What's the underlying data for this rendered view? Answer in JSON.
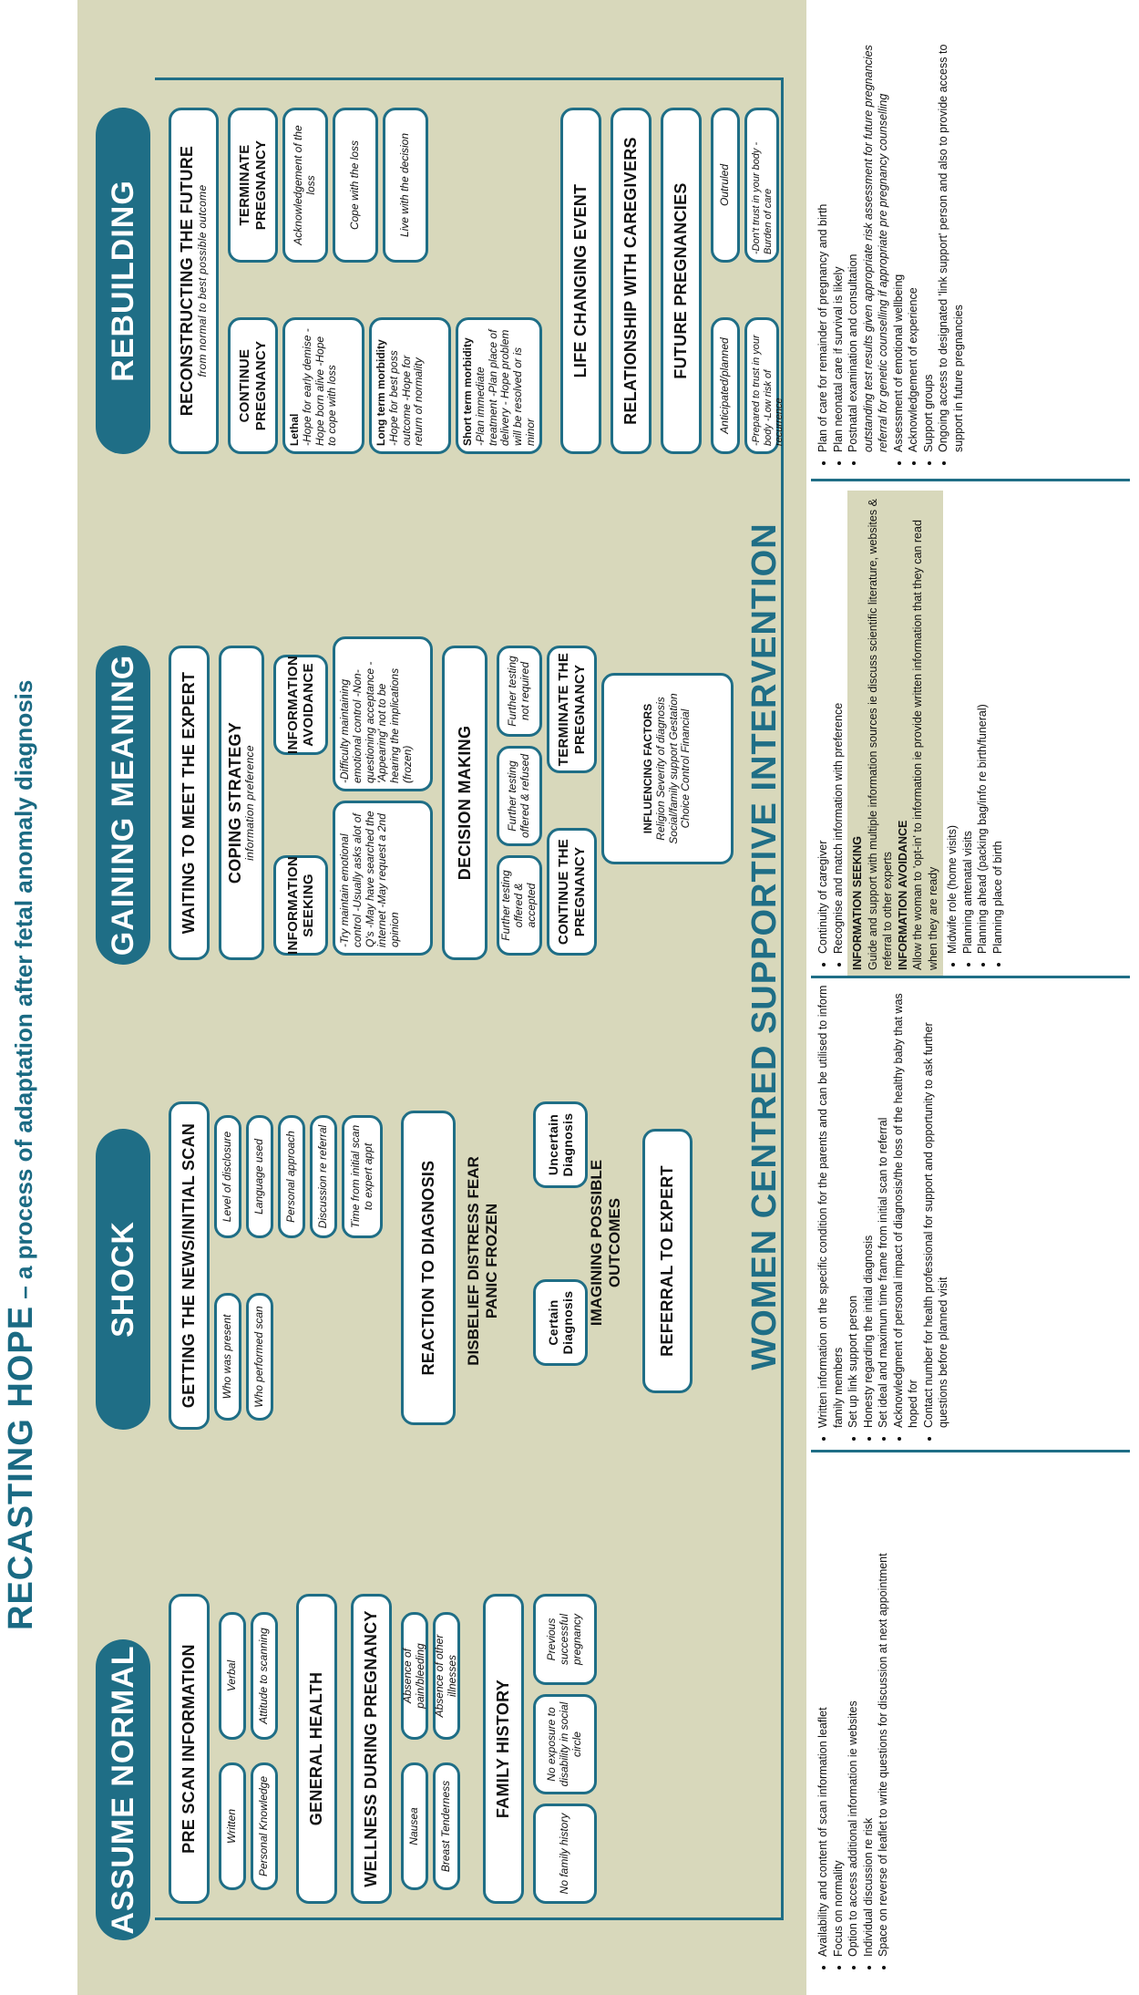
{
  "title": {
    "main": "RECASTING HOPE",
    "sub": " – a process of adaptation after fetal anomaly diagnosis"
  },
  "stages": [
    "ASSUME NORMAL",
    "SHOCK",
    "GAINING MEANING",
    "REBUILDING"
  ],
  "assume": {
    "pre_scan": "PRE SCAN INFORMATION",
    "written": "Written",
    "verbal": "Verbal",
    "personal_knowledge": "Personal Knowledge",
    "attitude": "Attitude to scanning",
    "general_health": "GENERAL HEALTH",
    "wellness": "WELLNESS DURING PREGNANCY",
    "nausea": "Nausea",
    "breast": "Breast Tenderness",
    "absence_pain": "Absence of pain/bleeding",
    "absence_ill": "Absence of other illnesses",
    "family_history": "FAMILY HISTORY",
    "no_family": "No family history",
    "no_exposure": "No exposure to disability in social circle",
    "previous": "Previous successful pregnancy"
  },
  "shock": {
    "getting": "GETTING THE NEWS/INITIAL SCAN",
    "who_present": "Who was present",
    "who_performed": "Who performed scan",
    "disclosure": "Level of disclosure",
    "language": "Language used",
    "personal": "Personal approach",
    "discussion": "Discussion re referral",
    "time": "Time from initial scan to expert appt",
    "reaction": "REACTION TO DIAGNOSIS",
    "emotions": "DISBELIEF DISTRESS FEAR PANIC FROZEN",
    "certain": "Certain Diagnosis",
    "uncertain": "Uncertain Diagnosis",
    "imagining": "IMAGINING POSSIBLE OUTCOMES",
    "referral": "REFERRAL TO EXPERT"
  },
  "meaning": {
    "waiting": "WAITING TO MEET THE EXPERT",
    "coping": "COPING STRATEGY",
    "coping_sub": "information preference",
    "seeking": "INFORMATION SEEKING",
    "avoidance": "INFORMATION AVOIDANCE",
    "seeking_list": "-Try maintain emotional control -Usually asks alot of Q's -May have searched the internet -May request a 2nd opinion",
    "avoid_list": "-Difficulty maintaining emotional control -Non-questioning acceptance -'Appearing' not to be hearing the implications (frozen)",
    "decision": "DECISION MAKING",
    "ft_accepted": "Further testing offered & accepted",
    "ft_refused": "Further testing offered & refused",
    "ft_not": "Further testing not required",
    "continue": "CONTINUE THE PREGNANCY",
    "terminate": "TERMINATE THE PREGNANCY",
    "influencing": "INFLUENCING FACTORS",
    "factors": "Religion Severity of diagnosis Social/family support Gestation Choice Control Financial"
  },
  "rebuild": {
    "reconstructing": "RECONSTRUCTING THE FUTURE",
    "reconstructing_sub": "from normal to best possible outcome",
    "continue": "CONTINUE PREGNANCY",
    "terminate": "TERMINATE PREGNANCY",
    "lethal": "Lethal",
    "lethal_list": "-Hope for early demise -Hope born alive -Hope to cope with loss",
    "long": "Long term morbidity",
    "long_list": "-Hope for best poss outcome -Hope for return of normality",
    "short": "Short term morbidity",
    "short_list": "-Plan immediate treatment -Plan place of delivery - Hope problem will be resolved or is minor",
    "ack": "Acknowledgement of the loss",
    "cope": "Cope with the loss",
    "live": "Live with the decision",
    "life": "LIFE CHANGING EVENT",
    "relationship": "RELATIONSHIP WITH CAREGIVERS",
    "future": "FUTURE PREGNANCIES",
    "anticipated": "Anticipated/planned",
    "outruled": "Outruled",
    "prepared": "-Prepared to trust in your body -Low risk of recurrence",
    "dont": "-Don't trust in your body -Burden of care"
  },
  "wci": "WOMEN CENTRED SUPPORTIVE INTERVENTION",
  "col1": [
    "Availability and content of scan information leaflet",
    "Focus on normality",
    "Option to access additional information ie websites",
    "Individual discussion re risk",
    "Space on reverse of leaflet to write questions for discussion at next appointment"
  ],
  "col2": [
    "Written information on the specific condition for the parents and can be utilised to inform family members",
    "Set up link support person",
    "Honesty regarding the initial diagnosis",
    "Set ideal and maximum time frame from initial scan to referral",
    "Acknowledgment of personal impact of diagnosis/the loss of the healthy baby that was hoped for",
    "Contact number for health professional for support and opportunity to ask further questions before planned visit"
  ],
  "col3": {
    "items_a": [
      "Continuity of caregiver",
      "Recognise and match information with preference"
    ],
    "seek_h": "INFORMATION SEEKING",
    "seek_t": "Guide and support with multiple information sources ie discuss scientific literature, websites & referral to other experts",
    "avoid_h": "INFORMATION AVOIDANCE",
    "avoid_t": "Allow the woman to 'opt-in' to information ie provide written information that they can read when they are ready",
    "items_b": [
      "Midwife role (home visits)",
      "Planning antenatal visits",
      "Planning ahead (packing bag/info re birth/funeral)",
      "Planning place of birth"
    ]
  },
  "col4": {
    "a": "Plan of care for remainder of pregnancy and birth",
    "b": "Plan neonatal care if survival is likely",
    "c": "Postnatal examination and consultation",
    "c_it": "outstanding test results given appropriate risk assessment for future pregnancies referral for genetic counselling if appropriate pre pregnancy counselling",
    "d": "Assessment of emotional wellbeing",
    "e": "Acknowledgement of experience",
    "f": "Support groups",
    "g": "Ongoing access to designated 'link support' person and also to provide access to support in future pregnancies"
  }
}
